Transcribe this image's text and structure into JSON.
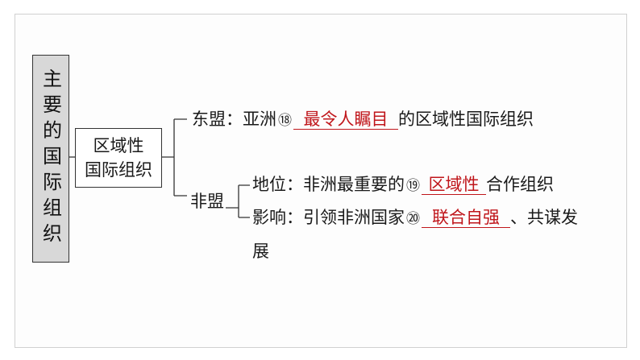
{
  "title": "主要的国际组织",
  "region_box": {
    "line1": "区域性",
    "line2": "国际组织"
  },
  "asean": {
    "label": "东盟：亚洲",
    "num": "⑱",
    "answer": "最令人瞩目",
    "suffix": "的区域性国际组织"
  },
  "au": {
    "label": "非盟",
    "status": {
      "prefix": "地位：非洲最重要的",
      "num": "⑲",
      "answer": "区域性",
      "suffix": "合作组织"
    },
    "influence": {
      "prefix": "影响：引领非洲国家",
      "num": "⑳",
      "answer": "联合自强",
      "suffix": "、共谋发",
      "suffix2": "展"
    }
  },
  "colors": {
    "answer": "#c0161b",
    "title_bg": "#d8d8d8"
  }
}
